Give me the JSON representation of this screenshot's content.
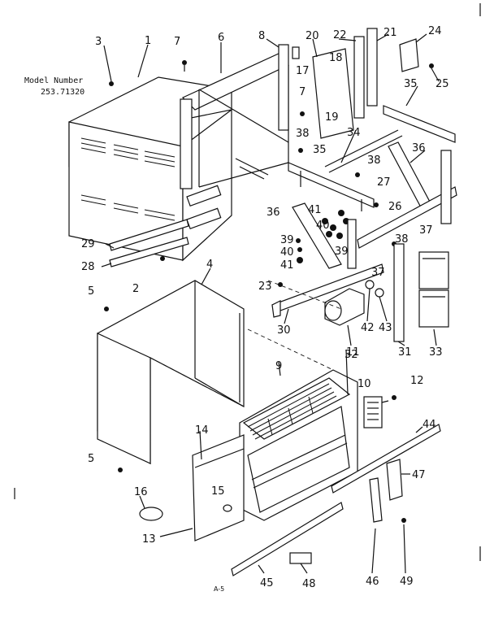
{
  "model_text": "Model Number",
  "model_number": "253.71320",
  "page_ref": "A-5",
  "part_labels": {
    "p1": "1",
    "p2": "2",
    "p3": "3",
    "p4": "4",
    "p5a": "5",
    "p5b": "5",
    "p6": "6",
    "p7a": "7",
    "p7b": "7",
    "p8": "8",
    "p9": "9",
    "p10": "10",
    "p11": "11",
    "p12": "12",
    "p13": "13",
    "p14": "14",
    "p15": "15",
    "p16": "16",
    "p17": "17",
    "p18": "18",
    "p19": "19",
    "p20": "20",
    "p21": "21",
    "p22": "22",
    "p23": "23",
    "p24": "24",
    "p25": "25",
    "p26": "26",
    "p27": "27",
    "p28": "28",
    "p29": "29",
    "p30": "30",
    "p31": "31",
    "p32": "32",
    "p33": "33",
    "p34": "34",
    "p35a": "35",
    "p35b": "35",
    "p36a": "36",
    "p36b": "36",
    "p37a": "37",
    "p37b": "37",
    "p38a": "38",
    "p38b": "38",
    "p38c": "38",
    "p39a": "39",
    "p39b": "39",
    "p40a": "40",
    "p40b": "40",
    "p41a": "41",
    "p41b": "41",
    "p42": "42",
    "p43": "43",
    "p44": "44",
    "p45": "45",
    "p46": "46",
    "p47": "47",
    "p48": "48",
    "p49": "49"
  }
}
